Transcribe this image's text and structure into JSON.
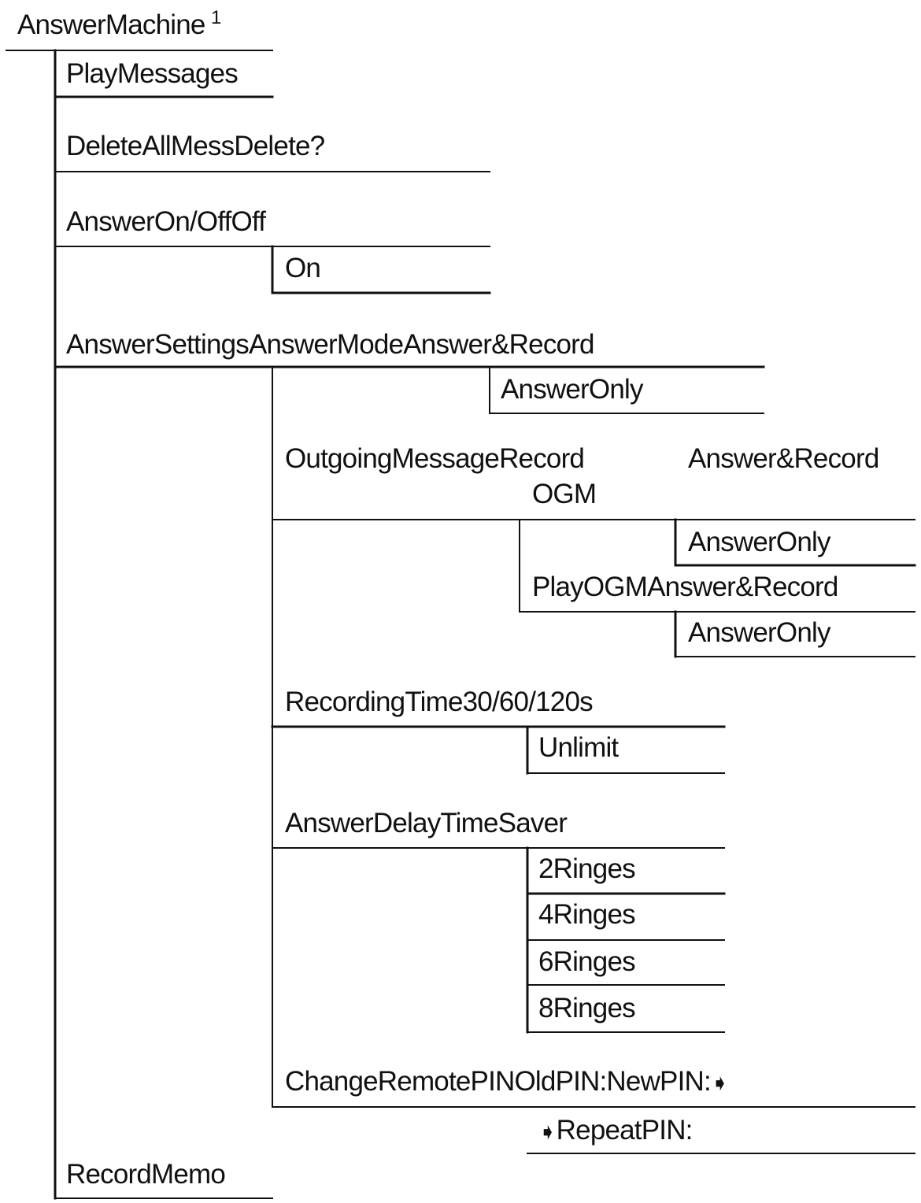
{
  "menu_tree": {
    "root_label": "AnswerMachine",
    "footnote_mark": "1",
    "items": {
      "play_messages": "PlayMessages",
      "delete_all": "DeleteAllMessDelete?",
      "answer_on_off": "AnswerOn/OffOff",
      "answer_on_option": "On",
      "answer_settings": "AnswerSettingsAnswerModeAnswer&Record",
      "answer_mode_answer_only": "AnswerOnly",
      "outgoing_message": "OutgoingMessageRecord",
      "outgoing_message_ogm": "OGM",
      "record_ogm_answer_record": "Answer&Record",
      "record_ogm_answer_only": "AnswerOnly",
      "play_ogm": "PlayOGMAnswer&Record",
      "play_ogm_answer_only": "AnswerOnly",
      "recording_time": "RecordingTime30/60/120s",
      "recording_time_unlimit": "Unlimit",
      "answer_delay": "AnswerDelayTimeSaver",
      "ring_2": "2Ringes",
      "ring_4": "4Ringes",
      "ring_6": "6Ringes",
      "ring_8": "8Ringes",
      "change_pin": "ChangeRemotePINOldPIN:NewPIN:",
      "repeat_pin": "RepeatPIN:",
      "record_memo": "RecordMemo"
    },
    "icons": {
      "continue_arrow": "right-pointing-arrow",
      "continue_arrow_glyph": "➧"
    },
    "colors": {
      "ink": "#111111",
      "background": "#ffffff"
    }
  }
}
